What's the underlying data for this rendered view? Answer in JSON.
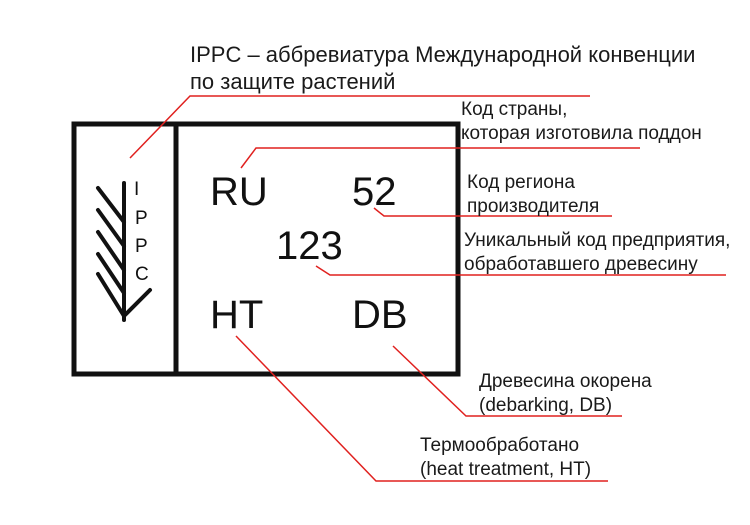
{
  "header": {
    "ippc_line1": "IPPC – аббревиатура Международной конвенции",
    "ippc_line2": "по защите растений"
  },
  "stamp": {
    "side_letters": [
      "I",
      "P",
      "P",
      "C"
    ],
    "country_code": "RU",
    "region_code": "52",
    "enterprise_code": "123",
    "treatment_code": "HT",
    "debarking_code": "DB"
  },
  "annotations": {
    "country": {
      "line1": "Код страны,",
      "line2": "которая изготовила поддон"
    },
    "region": {
      "line1": "Код региона",
      "line2": "производителя"
    },
    "enterprise": {
      "line1": "Уникальный код предприятия,",
      "line2": "обработавшего древесину"
    },
    "debarking": {
      "line1": "Древесина окорена",
      "line2": "(debarking, DB)"
    },
    "heat": {
      "line1": "Термообработано",
      "line2": "(heat treatment, HT)"
    }
  },
  "colors": {
    "leader_line": "#e0211f",
    "frame": "#111111",
    "text": "#1a1a1a"
  }
}
